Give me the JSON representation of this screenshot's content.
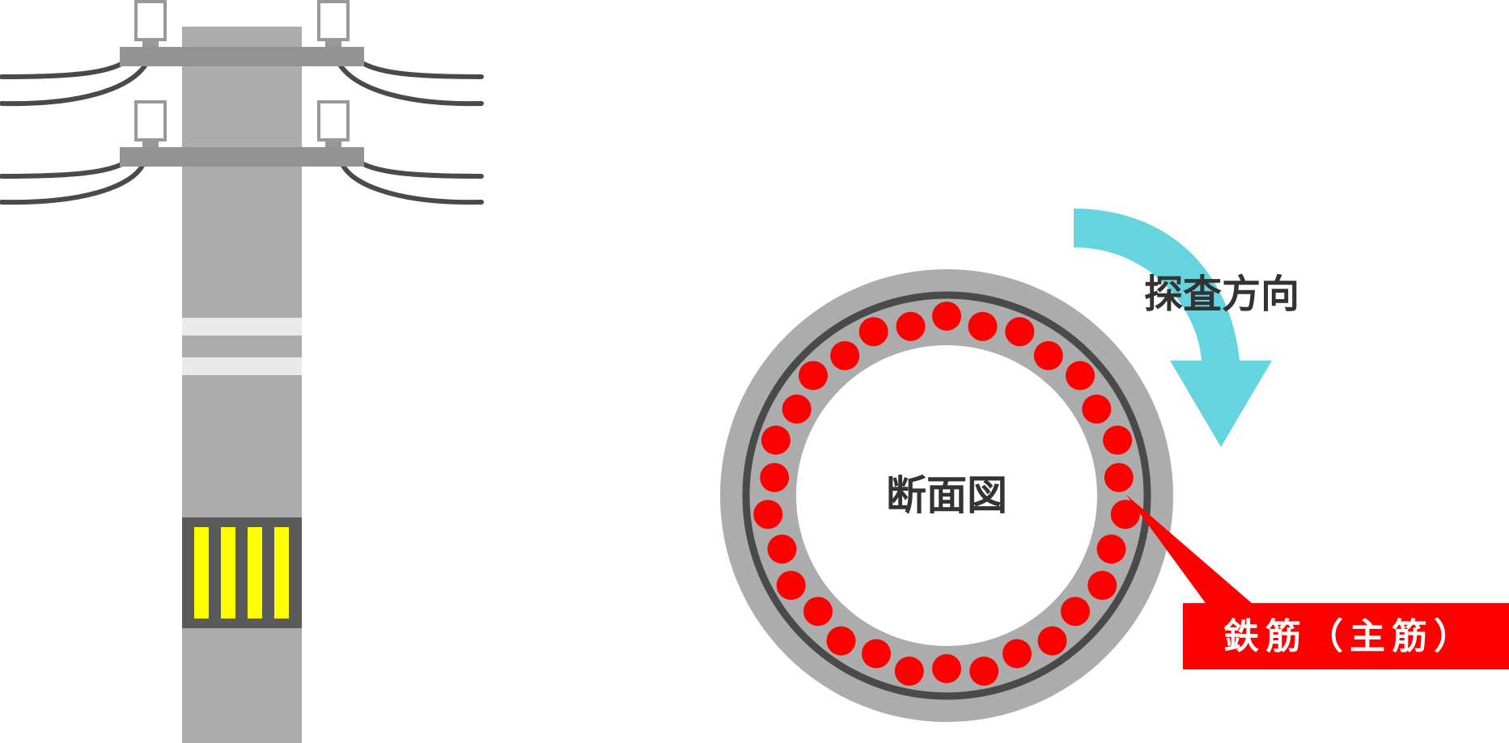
{
  "labels": {
    "cross_section": "断面図",
    "scan_direction": "探査方向",
    "rebar_callout": "鉄筋（主筋）"
  },
  "colors": {
    "pole": "#acacac",
    "pole_band": "#e9e9e9",
    "crossarm": "#939393",
    "insulator": "#999999",
    "wire": "#4a4a4a",
    "plate_frame": "#5a5a5a",
    "plate_stripe": "#ffff00",
    "section_outer": "#acacac",
    "section_ring": "#4a4a4a",
    "rebar": "#ff0000",
    "arrow": "#66d4de",
    "label_text": "#333333",
    "callout_bg": "#ff0000",
    "callout_text": "#ffffff"
  },
  "rebar_count": 30
}
